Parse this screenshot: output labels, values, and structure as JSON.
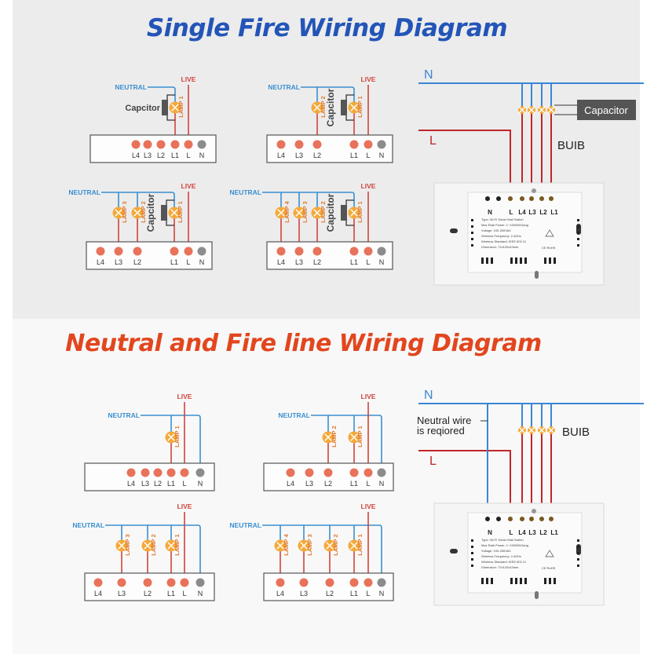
{
  "sections": {
    "single_fire": {
      "title": "Single Fire Wiring Diagram",
      "title_color": "#2355b8",
      "diagrams": [
        {
          "lamps": [
            "LAMP 1"
          ],
          "capacitor": true,
          "capacitor_label": "Capcitor",
          "used_terminals": [
            "L1"
          ]
        },
        {
          "lamps": [
            "LAMP 2",
            "LAMP 1"
          ],
          "capacitor": true,
          "capacitor_label": "Capcitor",
          "used_terminals": [
            "L2",
            "L1"
          ]
        },
        {
          "lamps": [
            "LAMP 3",
            "LAMP 2",
            "LAMP 1"
          ],
          "capacitor": true,
          "capacitor_label": "Capcitor",
          "used_terminals": [
            "L3",
            "L2",
            "L1"
          ]
        },
        {
          "lamps": [
            "LAMP 4",
            "LAMP 3",
            "LAMP 2",
            "LAMP 1"
          ],
          "capacitor": true,
          "capacitor_label": "Capcitor",
          "used_terminals": [
            "L4",
            "L3",
            "L2",
            "L1"
          ]
        }
      ],
      "photo": {
        "n_label": "N",
        "l_label": "L",
        "capacitor_box": "Capacitor",
        "bulb_label": "BUIB",
        "terminal_labels": [
          "N",
          "L",
          "L4",
          "L3",
          "L2",
          "L1"
        ],
        "spec_lines": [
          "Type: Wi-Fi Smart Wall Switch",
          "Max Rate Power: 1~1000W/Gang",
          "Voltage: 100-250VAC",
          "Wireless Frequency: 2.4GHz",
          "Wireless Standard: IEEE 802.11",
          "Dimension: 72x120x43mm"
        ],
        "cert_marks": "CE RoHS"
      }
    },
    "neutral_fire": {
      "title": "Neutral and Fire line Wiring Diagram",
      "title_color": "#e2461e",
      "diagrams": [
        {
          "lamps": [
            "LAMP 1"
          ],
          "capacitor": false,
          "used_terminals": [
            "L1"
          ]
        },
        {
          "lamps": [
            "LAMP 2",
            "LAMP 1"
          ],
          "capacitor": false,
          "used_terminals": [
            "L2",
            "L1"
          ]
        },
        {
          "lamps": [
            "LAMP 3",
            "LAMP 2",
            "LAMP 1"
          ],
          "capacitor": false,
          "used_terminals": [
            "L3",
            "L2",
            "L1"
          ]
        },
        {
          "lamps": [
            "LAMP 4",
            "LAMP 3",
            "LAMP 2",
            "LAMP 1"
          ],
          "capacitor": false,
          "used_terminals": [
            "L4",
            "L3",
            "L2",
            "L1"
          ]
        }
      ],
      "photo": {
        "n_label": "N",
        "l_label": "L",
        "neutral_note_line1": "Neutral wire",
        "neutral_note_line2": "is reqiored",
        "bulb_label": "BUIB",
        "terminal_labels": [
          "N",
          "L",
          "L4",
          "L3",
          "L2",
          "L1"
        ],
        "spec_lines": [
          "Type: Wi-Fi Smart Wall Switch",
          "Max Rate Power: 1~1000W/Gang",
          "Voltage: 100-250VAC",
          "Wireless Frequency: 2.4GHz",
          "Wireless Standard: IEEE 802.11",
          "Dimension: 72x120x43mm"
        ],
        "cert_marks": "CE RoHS"
      }
    }
  },
  "labels": {
    "neutral": "NEUTRAL",
    "live": "LIVE",
    "terminals": [
      "L4",
      "L3",
      "L2",
      "L1",
      "L",
      "N"
    ]
  },
  "colors": {
    "neutral_wire": "#3b8fd0",
    "live_wire": "#d0443c",
    "terminal": "#e8725a",
    "terminal_n": "#8c8c8c",
    "lamp": "#f4a93a",
    "photo_neutral": "#3a86d6",
    "photo_live": "#c0252a"
  }
}
